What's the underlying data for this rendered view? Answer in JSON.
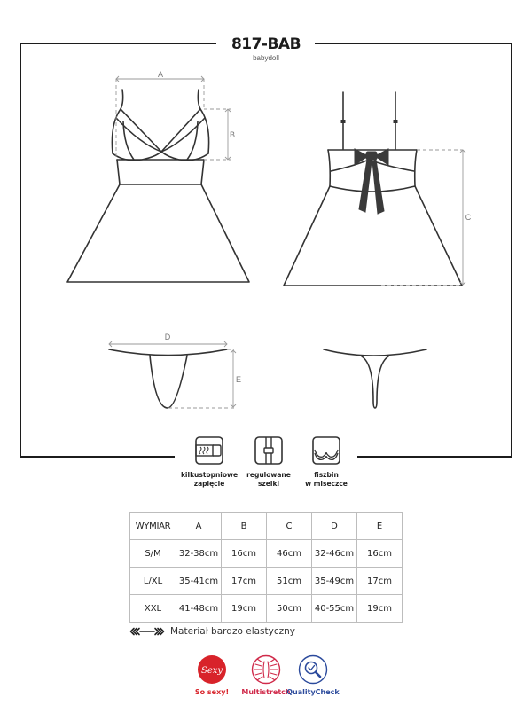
{
  "header": {
    "title": "817-BAB",
    "subtitle": "babydoll"
  },
  "diagram": {
    "labels": {
      "A": "A",
      "B": "B",
      "C": "C",
      "D": "D",
      "E": "E"
    },
    "line_color": "#333333",
    "dimension_color": "#9a9a9a"
  },
  "features": [
    {
      "icon": "hook-closure-icon",
      "lines": [
        "kilkustopniowe",
        "zapięcie"
      ]
    },
    {
      "icon": "adjustable-strap-icon",
      "lines": [
        "regulowane",
        "szelki"
      ]
    },
    {
      "icon": "underwire-cup-icon",
      "lines": [
        "fiszbin",
        "w miseczce"
      ]
    }
  ],
  "size_table": {
    "headers": [
      "WYMIAR",
      "A",
      "B",
      "C",
      "D",
      "E"
    ],
    "rows": [
      [
        "S/M",
        "32-38cm",
        "16cm",
        "46cm",
        "32-46cm",
        "16cm"
      ],
      [
        "L/XL",
        "35-41cm",
        "17cm",
        "51cm",
        "35-49cm",
        "17cm"
      ],
      [
        "XXL",
        "41-48cm",
        "19cm",
        "50cm",
        "40-55cm",
        "19cm"
      ]
    ]
  },
  "elastic_note": {
    "icon": "stretch-arrows-icon",
    "text": "Materiał bardzo elastyczny"
  },
  "badges": [
    {
      "icon": "sexy-icon",
      "label": "So sexy!",
      "icon_text": "Sexy",
      "color": "#d8232a"
    },
    {
      "icon": "multistretch-icon",
      "label": "Multistretch",
      "color": "#d02a4a"
    },
    {
      "icon": "quality-check-icon",
      "label": "QualityCheck",
      "color": "#2b4a9c"
    }
  ]
}
